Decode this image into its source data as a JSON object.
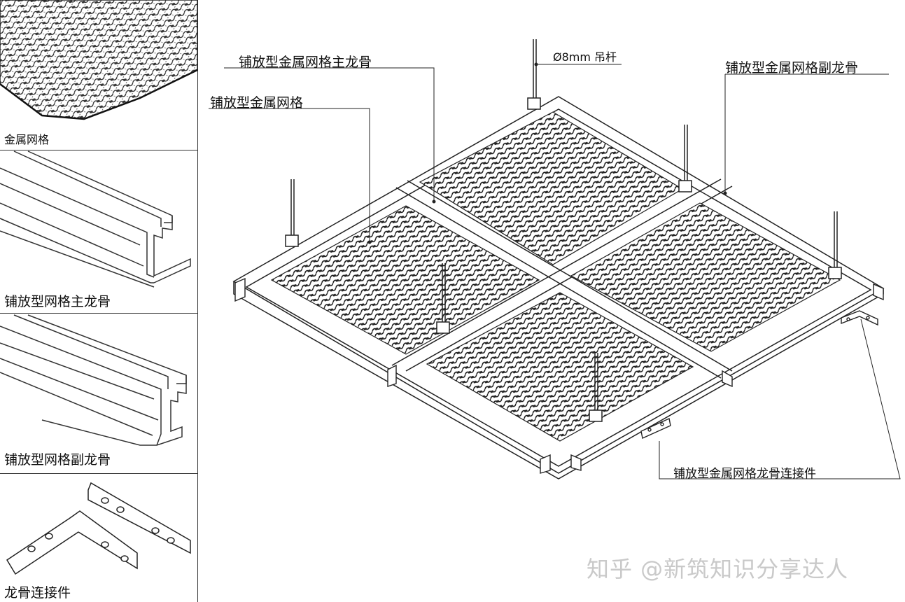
{
  "sidebar": {
    "items": [
      {
        "label": "金属网格"
      },
      {
        "label": "铺放型网格主龙骨"
      },
      {
        "label": "铺放型网格副龙骨"
      },
      {
        "label": "龙骨连接件"
      }
    ]
  },
  "diagram": {
    "callouts": {
      "rod": "Ø8mm 吊杆",
      "main_keel": "铺放型金属网格主龙骨",
      "mesh": "铺放型金属网格",
      "sub_keel": "铺放型金属网格副龙骨",
      "connector": "铺放型金属网格龙骨连接件"
    }
  },
  "watermark": "知乎 @新筑知识分享达人"
}
